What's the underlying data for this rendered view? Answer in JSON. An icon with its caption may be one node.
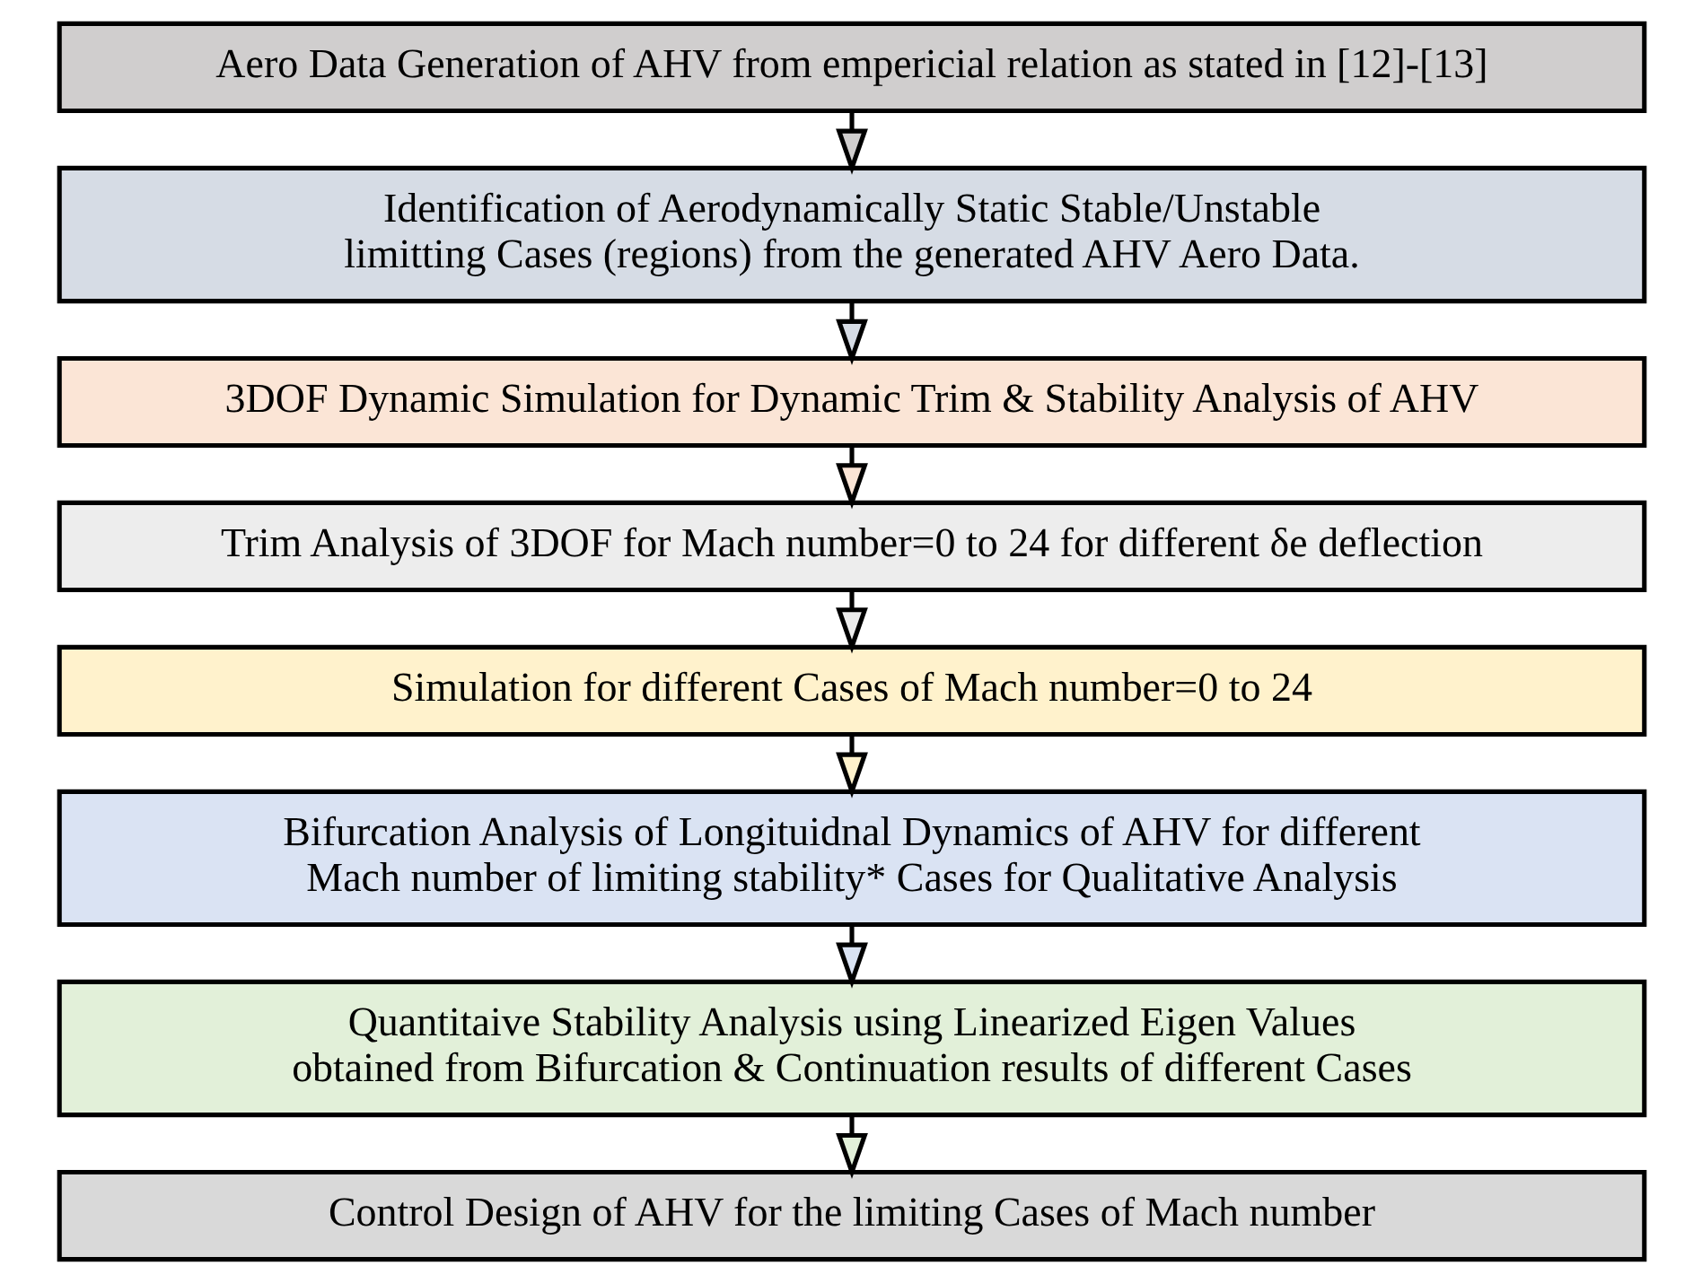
{
  "diagram": {
    "nodes": [
      {
        "text": [
          "Aero Data Generation of AHV from empericial relation as stated in [12]-[13]"
        ]
      },
      {
        "text": [
          "Identification of Aerodynamically Static Stable/Unstable limitting Cases (regions) from the generated AHV Aero Data."
        ]
      },
      {
        "text": [
          "3DOF Dynamic Simulation for Dynamic Trim & Stability Analysis of AHV"
        ]
      },
      {
        "text": [
          "Trim Analysis of 3DOF for Mach number=0 to 24 for different δe deflection"
        ]
      },
      {
        "text": [
          "Simulation for different Cases of Mach number=0 to 24"
        ]
      },
      {
        "text": [
          "Bifurcation Analysis of Longituidnal Dynamics of AHV for different Mach number of limiting stability* Cases for Qualitative Analysis"
        ]
      },
      {
        "text": [
          "Quantitaive Stability Analysis using Linearized Eigen Values obtained from Bifurcation & Continuation results of different Cases"
        ]
      },
      {
        "text": [
          "Control Design of AHV for the limiting Cases of Mach number"
        ]
      }
    ],
    "edges": [
      {
        "from": 0,
        "to": 1,
        "arrow": "to"
      },
      {
        "from": 1,
        "to": 2,
        "arrow": "to"
      },
      {
        "from": 2,
        "to": 3,
        "arrow": "to"
      },
      {
        "from": 3,
        "to": 4,
        "arrow": "to"
      },
      {
        "from": 4,
        "to": 5,
        "arrow": "to"
      },
      {
        "from": 5,
        "to": 6,
        "arrow": "to"
      },
      {
        "from": 6,
        "to": 7,
        "arrow": "to"
      }
    ]
  }
}
